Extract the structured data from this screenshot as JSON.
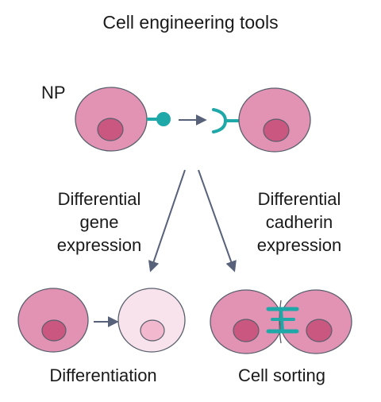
{
  "title": "Cell engineering tools",
  "np_label": "NP",
  "left_branch_label": [
    "Differential",
    "gene",
    "expression"
  ],
  "right_branch_label": [
    "Differential",
    "cadherin",
    "expression"
  ],
  "bottom_left_label": "Differentiation",
  "bottom_right_label": "Cell sorting",
  "colors": {
    "cell_fill": "#e292b3",
    "cell_stroke": "#585f6c",
    "nucleus_fill": "#c9577f",
    "light_cell_fill": "#f8e2ec",
    "light_nucleus_fill": "#f2b9ce",
    "teal": "#1ea8a8",
    "arrow": "#58617a"
  }
}
